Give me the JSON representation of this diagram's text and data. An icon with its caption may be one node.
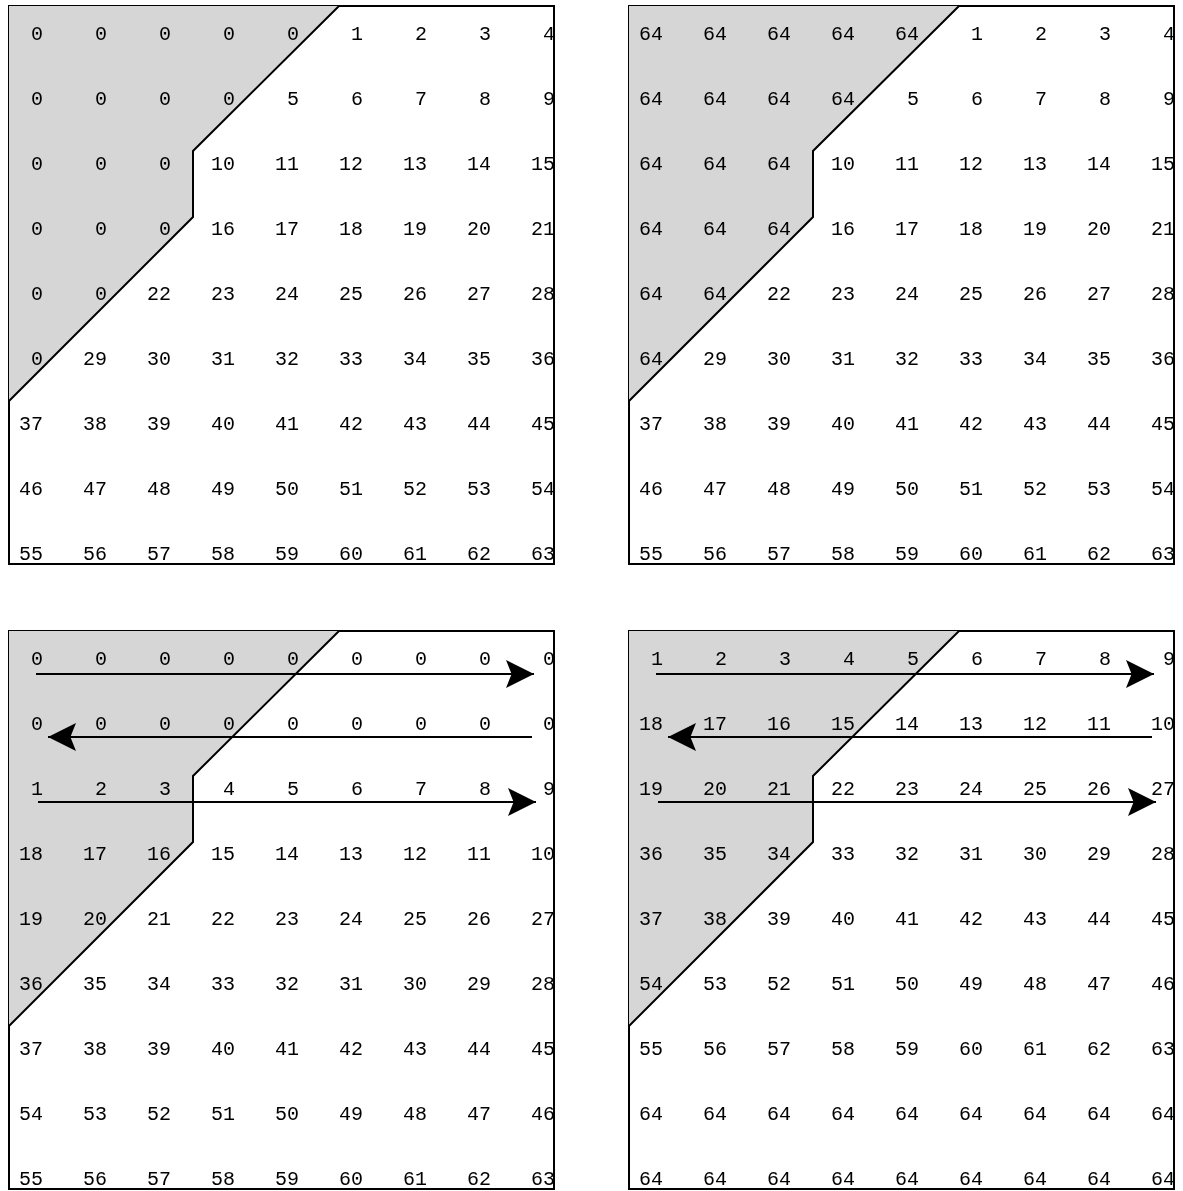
{
  "diagram": {
    "labels": [
      "0",
      "0",
      "0",
      "0",
      "0",
      "1",
      "2",
      "3",
      "4",
      "0",
      "0",
      "0",
      "0",
      "5",
      "6",
      "7",
      "8",
      "9",
      "0",
      "0",
      "0",
      "10",
      "11",
      "12",
      "13",
      "14",
      "15",
      "0",
      "0",
      "0",
      "16",
      "17",
      "18",
      "19",
      "20",
      "21",
      "0",
      "0",
      "22",
      "23",
      "24",
      "25",
      "26",
      "27",
      "28",
      "0",
      "29",
      "30",
      "31",
      "32",
      "33",
      "34",
      "35",
      "36",
      "37",
      "38",
      "39",
      "40",
      "41",
      "42",
      "43",
      "44",
      "45",
      "46",
      "47",
      "48",
      "49",
      "50",
      "51",
      "52",
      "53",
      "54",
      "55",
      "56",
      "57",
      "58",
      "59",
      "60",
      "61",
      "62",
      "63",
      "64",
      "64",
      "64",
      "64",
      "64",
      "1",
      "2",
      "3",
      "4",
      "64",
      "64",
      "64",
      "64",
      "5",
      "6",
      "7",
      "8",
      "9",
      "64",
      "64",
      "64",
      "10",
      "11",
      "12",
      "13",
      "14",
      "15",
      "64",
      "64",
      "64",
      "16",
      "17",
      "18",
      "19",
      "20",
      "21",
      "64",
      "64",
      "22",
      "23",
      "24",
      "25",
      "26",
      "27",
      "28",
      "64",
      "29",
      "30",
      "31",
      "32",
      "33",
      "34",
      "35",
      "36",
      "37",
      "38",
      "39",
      "40",
      "41",
      "42",
      "43",
      "44",
      "45",
      "46",
      "47",
      "48",
      "49",
      "50",
      "51",
      "52",
      "53",
      "54",
      "55",
      "56",
      "57",
      "58",
      "59",
      "60",
      "61",
      "62",
      "63",
      "0",
      "0",
      "0",
      "0",
      "0",
      "0",
      "0",
      "0",
      "0",
      "0",
      "0",
      "0",
      "0",
      "0",
      "0",
      "0",
      "0",
      "0",
      "1",
      "2",
      "3",
      "4",
      "5",
      "6",
      "7",
      "8",
      "9",
      "18",
      "17",
      "16",
      "15",
      "14",
      "13",
      "12",
      "11",
      "10",
      "19",
      "20",
      "21",
      "22",
      "23",
      "24",
      "25",
      "26",
      "27",
      "36",
      "35",
      "34",
      "33",
      "32",
      "31",
      "30",
      "29",
      "28",
      "37",
      "38",
      "39",
      "40",
      "41",
      "42",
      "43",
      "44",
      "45",
      "54",
      "53",
      "52",
      "51",
      "50",
      "49",
      "48",
      "47",
      "46",
      "55",
      "56",
      "57",
      "58",
      "59",
      "60",
      "61",
      "62",
      "63",
      "1",
      "2",
      "3",
      "4",
      "5",
      "6",
      "7",
      "8",
      "9",
      "18",
      "17",
      "16",
      "15",
      "14",
      "13",
      "12",
      "11",
      "10",
      "19",
      "20",
      "21",
      "22",
      "23",
      "24",
      "25",
      "26",
      "27",
      "36",
      "35",
      "34",
      "33",
      "32",
      "31",
      "30",
      "29",
      "28",
      "37",
      "38",
      "39",
      "40",
      "41",
      "42",
      "43",
      "44",
      "45",
      "54",
      "53",
      "52",
      "51",
      "50",
      "49",
      "48",
      "47",
      "46",
      "55",
      "56",
      "57",
      "58",
      "59",
      "60",
      "61",
      "62",
      "63",
      "64",
      "64",
      "64",
      "64",
      "64",
      "64",
      "64",
      "64",
      "64",
      "64",
      "64",
      "64",
      "64",
      "64",
      "64",
      "64",
      "64",
      "64"
    ]
  }
}
